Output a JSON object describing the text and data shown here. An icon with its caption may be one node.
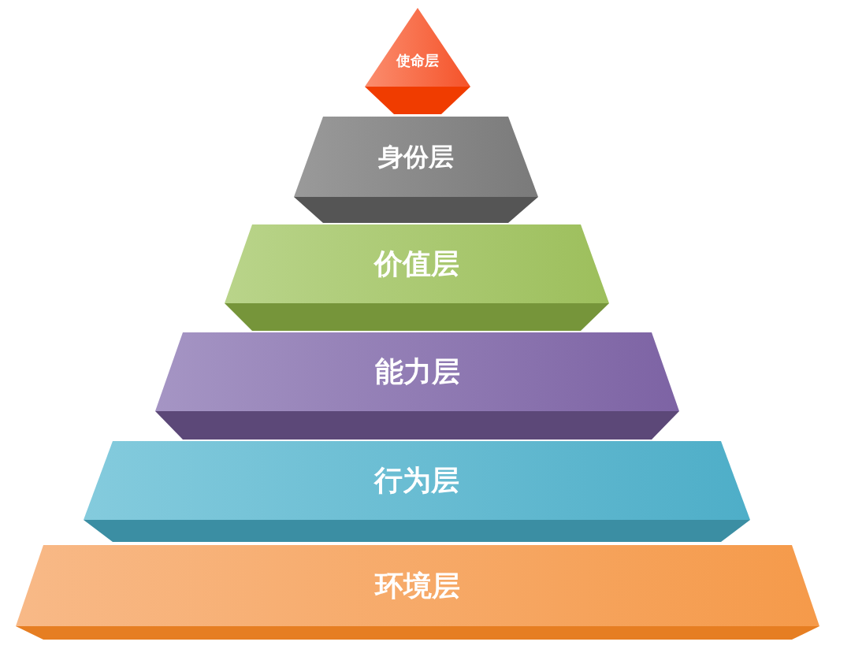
{
  "diagram": {
    "nodes": [
      {
        "text": [
          "使命层"
        ]
      },
      {
        "text": [
          "身份层"
        ]
      },
      {
        "text": [
          "价值层"
        ]
      },
      {
        "text": [
          "能力层"
        ]
      },
      {
        "text": [
          "行为层"
        ]
      },
      {
        "text": [
          "环境层"
        ]
      }
    ]
  }
}
